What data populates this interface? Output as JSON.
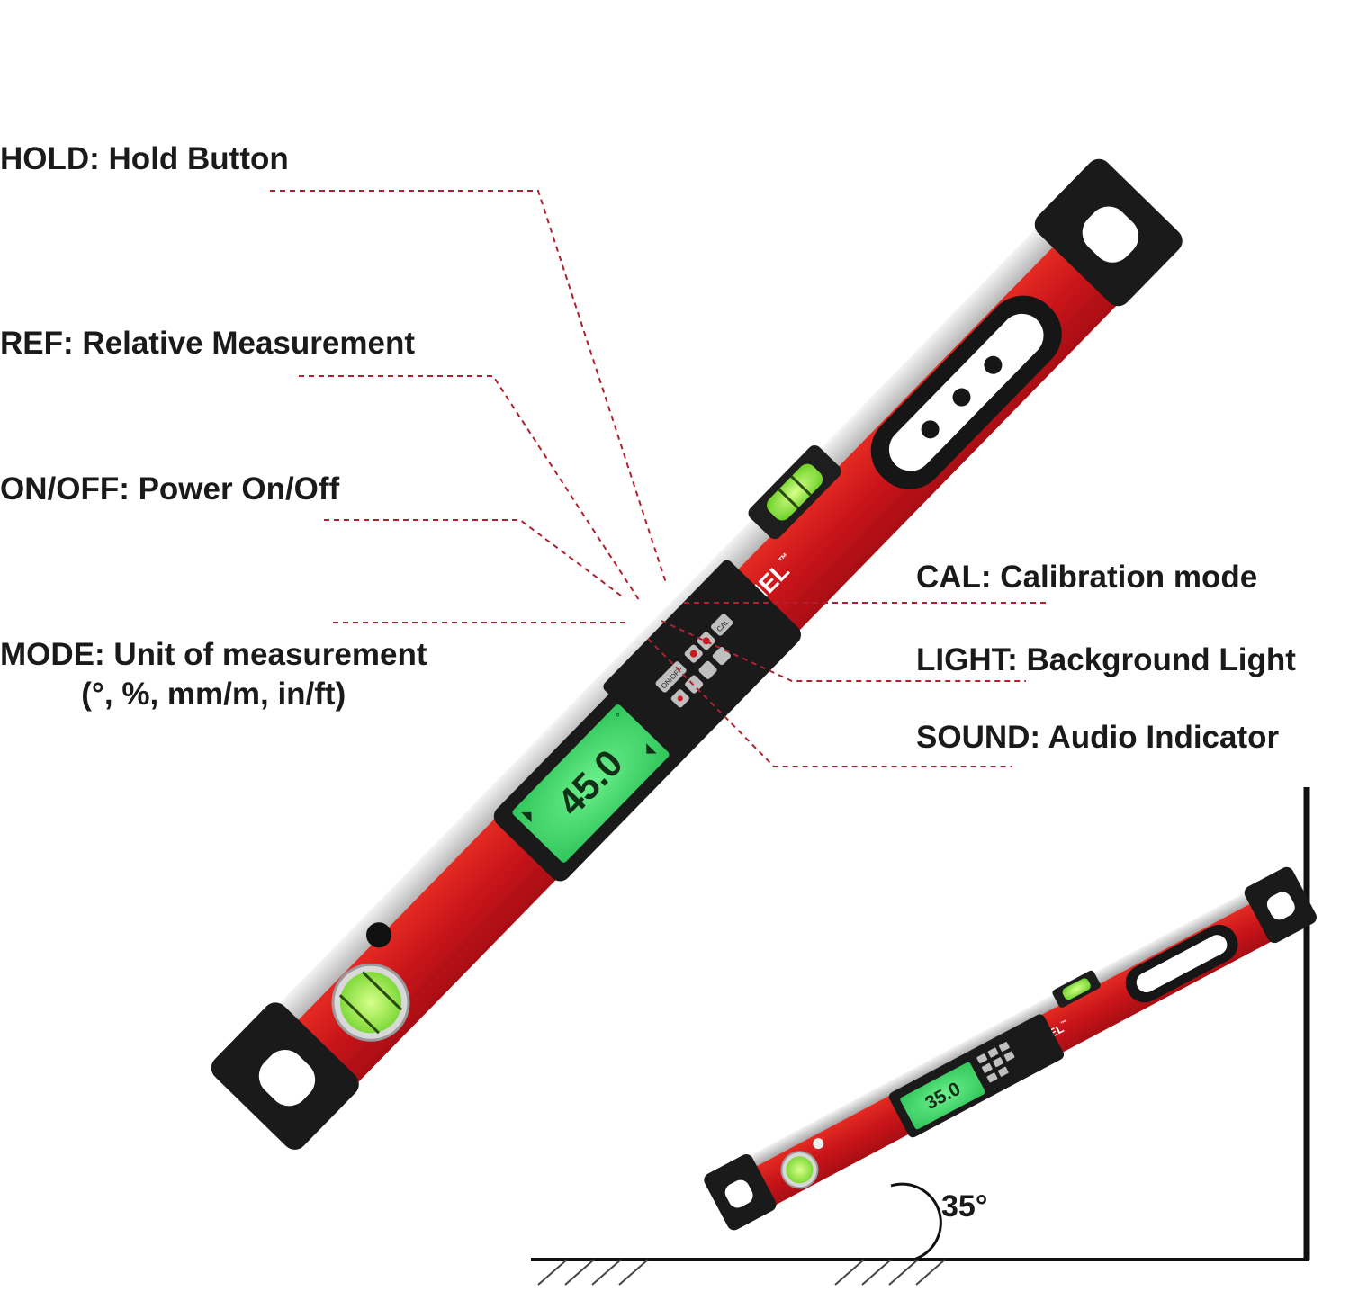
{
  "product": {
    "brand": "BETHEL",
    "trademark": "™",
    "display_reading": "45.0",
    "display_unit": "°",
    "button_onoff": "ON/OFF",
    "button_cal": "CAL",
    "colors": {
      "body_red": "#d01818",
      "rubber_black": "#1a1a1a",
      "lcd_green": "#48e070",
      "vial_green": "#9cf54a",
      "callout_line": "#b02030"
    }
  },
  "callouts": {
    "hold": "HOLD: Hold Button",
    "ref": "REF: Relative Measurement",
    "onoff": "ON/OFF: Power On/Off",
    "mode": "MODE: Unit of measurement",
    "mode_units": "(°, %, mm/m, in/ft)",
    "cal": "CAL: Calibration mode",
    "light": "LIGHT: Background Light",
    "sound": "SOUND: Audio Indicator"
  },
  "inset": {
    "display_reading": "35.0",
    "brand": "BETHEL",
    "trademark": "™",
    "angle_label": "35°"
  }
}
